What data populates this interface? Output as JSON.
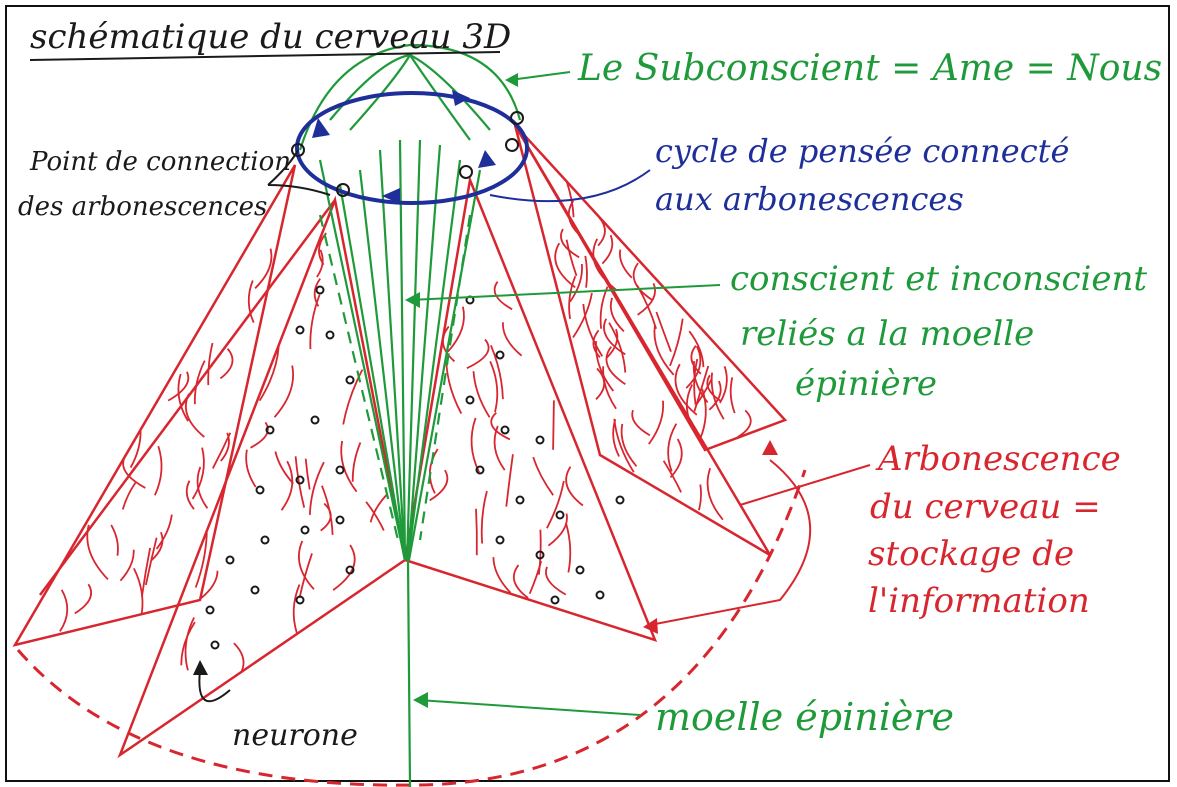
{
  "title": "schématique du cerveau 3D",
  "labels": {
    "subconscious": "Le Subconscient = Ame = Nous",
    "connection_points_line1": "Point de connection",
    "connection_points_line2": "des arbonescences",
    "thought_cycle_line1": "cycle de pensée connecté",
    "thought_cycle_line2": "aux arbonescences",
    "conscious_line1": "conscient et inconscient",
    "conscious_line2": "reliés a la moelle",
    "conscious_line3": "épinière",
    "arborescence_line1": "Arbonescence",
    "arborescence_line2": "du cerveau =",
    "arborescence_line3": "stockage de",
    "arborescence_line4": "l'information",
    "neuron": "neurone",
    "spinal_cord": "moelle épinière"
  },
  "colors": {
    "green": "#1f9a3a",
    "red": "#d8262f",
    "blue": "#1e2f9a",
    "black": "#1a1a1a"
  }
}
